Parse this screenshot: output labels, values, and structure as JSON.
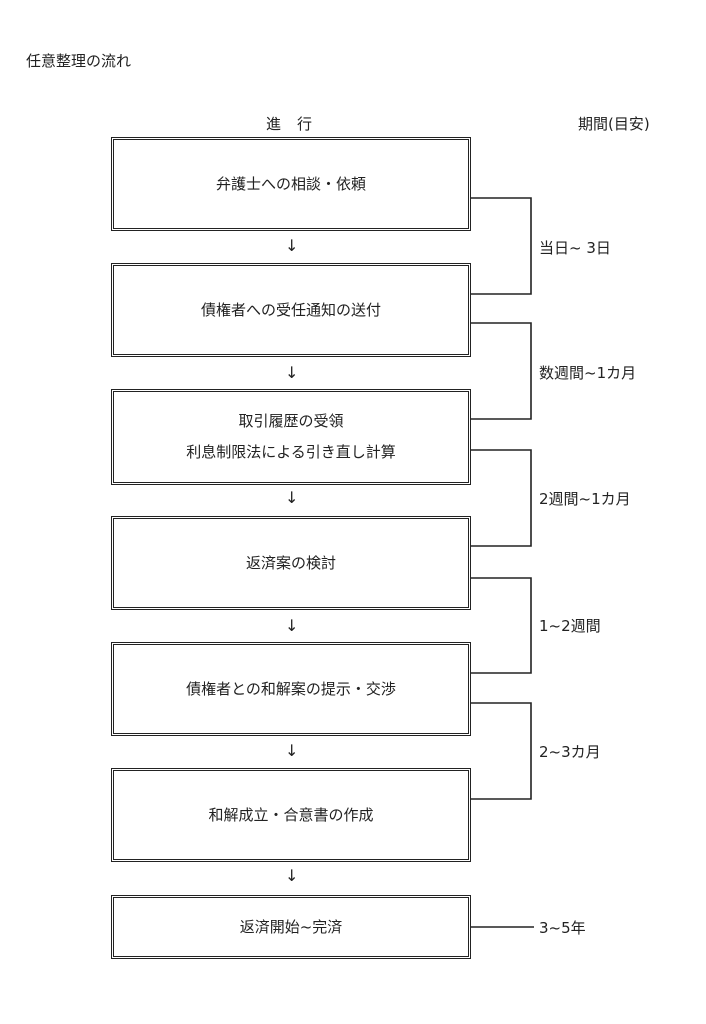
{
  "title": "任意整理の流れ",
  "headers": {
    "progress": "進行",
    "period": "期間(目安)"
  },
  "steps": [
    {
      "lines": [
        "弁護士への相談・依頼"
      ]
    },
    {
      "lines": [
        "債権者への受任通知の送付"
      ]
    },
    {
      "lines": [
        "取引履歴の受領",
        "利息制限法による引き直し計算"
      ]
    },
    {
      "lines": [
        "返済案の検討"
      ]
    },
    {
      "lines": [
        "債権者との和解案の提示・交渉"
      ]
    },
    {
      "lines": [
        "和解成立・合意書の作成"
      ]
    },
    {
      "lines": [
        "返済開始~完済"
      ]
    }
  ],
  "arrow_symbol": "↓",
  "periods": [
    "当日~ 3日",
    "数週間~1カ月",
    "2週間~1カ月",
    "1~2週間",
    "2~3カ月",
    "3~5年"
  ]
}
